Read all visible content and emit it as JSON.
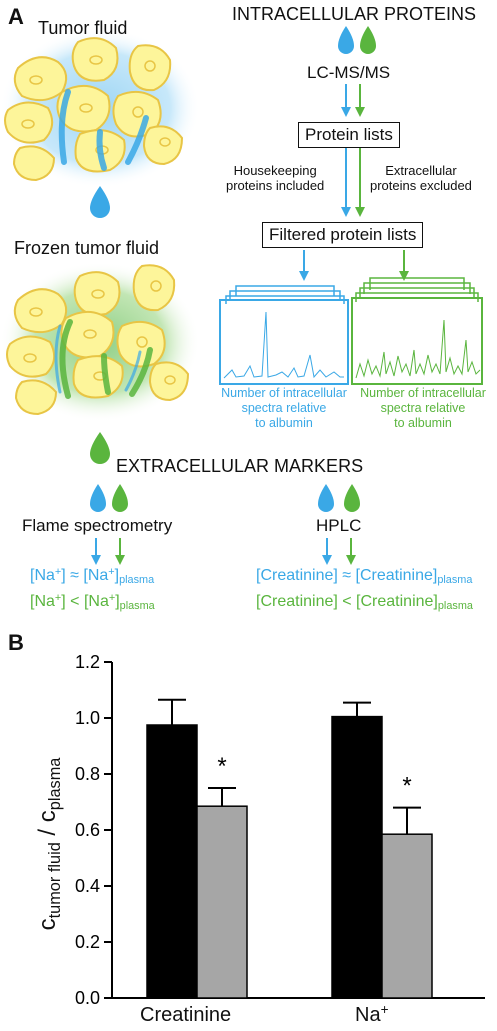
{
  "panel_a": {
    "letter": "A",
    "tumor_fluid": "Tumor fluid",
    "frozen_tumor_fluid": "Frozen tumor fluid",
    "intracellular_title": "INTRACELLULAR PROTEINS",
    "lcms": "LC-MS/MS",
    "protein_lists": "Protein lists",
    "housekeeping": [
      "Housekeeping",
      "proteins included"
    ],
    "extracellular_excluded": [
      "Extracellular",
      "proteins excluded"
    ],
    "filtered_lists": "Filtered protein lists",
    "blue_caption": [
      "Number of intracellular",
      "spectra relative",
      "to albumin"
    ],
    "green_caption": [
      "Number of intracellular",
      "spectra relative",
      "to albumin"
    ],
    "extracellular_title": "EXTRACELLULAR MARKERS",
    "flame": "Flame spectrometry",
    "hplc": "HPLC",
    "na_blue": {
      "lhs": "[Na",
      "sup": "+",
      "op": "] ≈ [Na",
      "sup2": "+",
      "rhs": "]",
      "sub": "plasma"
    },
    "na_green": {
      "lhs": "[Na",
      "sup": "+",
      "op": "] < [Na",
      "sup2": "+",
      "rhs": "]",
      "sub": "plasma"
    },
    "creat_blue": {
      "text": "[Creatinine] ≈ [Creatinine]",
      "sub": "plasma"
    },
    "creat_green": {
      "text": "[Creatinine] < [Creatinine]",
      "sub": "plasma"
    },
    "colors": {
      "blue": "#3aa8e6",
      "green": "#5ab53e",
      "cell": "#fdf59a",
      "cell_edge": "#e8c545"
    }
  },
  "panel_b": {
    "letter": "B",
    "ylabel_main": "c",
    "ylabel_sub1": "tumor fluid",
    "ylabel_sep": " / c",
    "ylabel_sub2": "plasma",
    "na_label_base": "Na",
    "na_label_sup": "+",
    "star": "*"
  },
  "chart_data": {
    "type": "bar",
    "categories": [
      "Creatinine",
      "Na+"
    ],
    "series": [
      {
        "values": [
          0.975,
          1.005
        ],
        "errors": [
          0.09,
          0.05
        ],
        "color": "#000000"
      },
      {
        "values": [
          0.685,
          0.585
        ],
        "errors": [
          0.065,
          0.095
        ],
        "color": "#a6a6a6"
      }
    ],
    "significance": [
      true,
      true
    ],
    "ylim": [
      0.0,
      1.2
    ],
    "yticks": [
      "0.0",
      "0.2",
      "0.4",
      "0.6",
      "0.8",
      "1.0",
      "1.2"
    ],
    "ylabel": "c_tumor fluid / c_plasma"
  }
}
